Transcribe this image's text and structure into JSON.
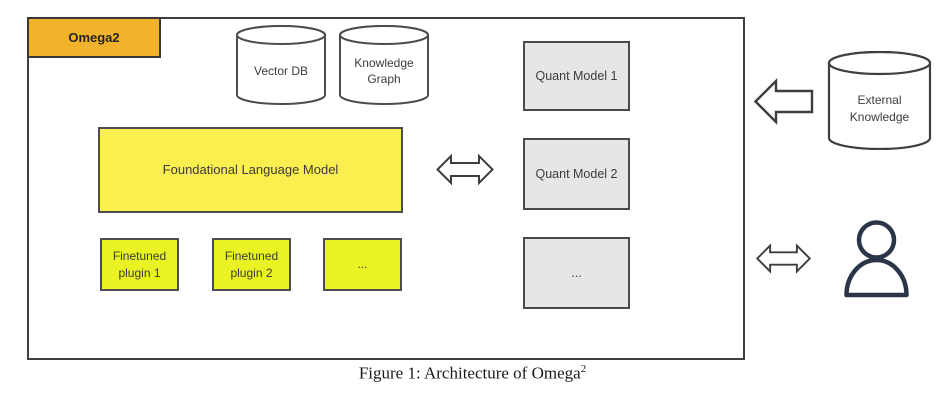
{
  "figure": {
    "caption_text": "Figure 1: Architecture of Omega",
    "caption_superscript": "2"
  },
  "system": {
    "label": "Omega2"
  },
  "components": {
    "vector_db": "Vector DB",
    "knowledge_graph": "Knowledge Graph",
    "foundational_model": "Foundational Language Model",
    "plugin1": "Finetuned plugin 1",
    "plugin2": "Finetuned plugin 2",
    "plugin_more": "...",
    "quant1": "Quant Model 1",
    "quant2": "Quant Model 2",
    "quant_more": "...",
    "external_knowledge": "External Knowledge"
  },
  "icons": {
    "bidirectional_arrow": "double-headed-block-arrow",
    "inbound_arrow": "left-block-arrow",
    "user": "person-outline",
    "database": "cylinder"
  },
  "colors": {
    "accent_amber": "#F2B22B",
    "model_yellow": "#FBEE4F",
    "plugin_chartreuse": "#E9F222",
    "quant_gray": "#E7E6E5",
    "outline_dark": "#4D4D4D",
    "person_navy": "#2A3647"
  }
}
